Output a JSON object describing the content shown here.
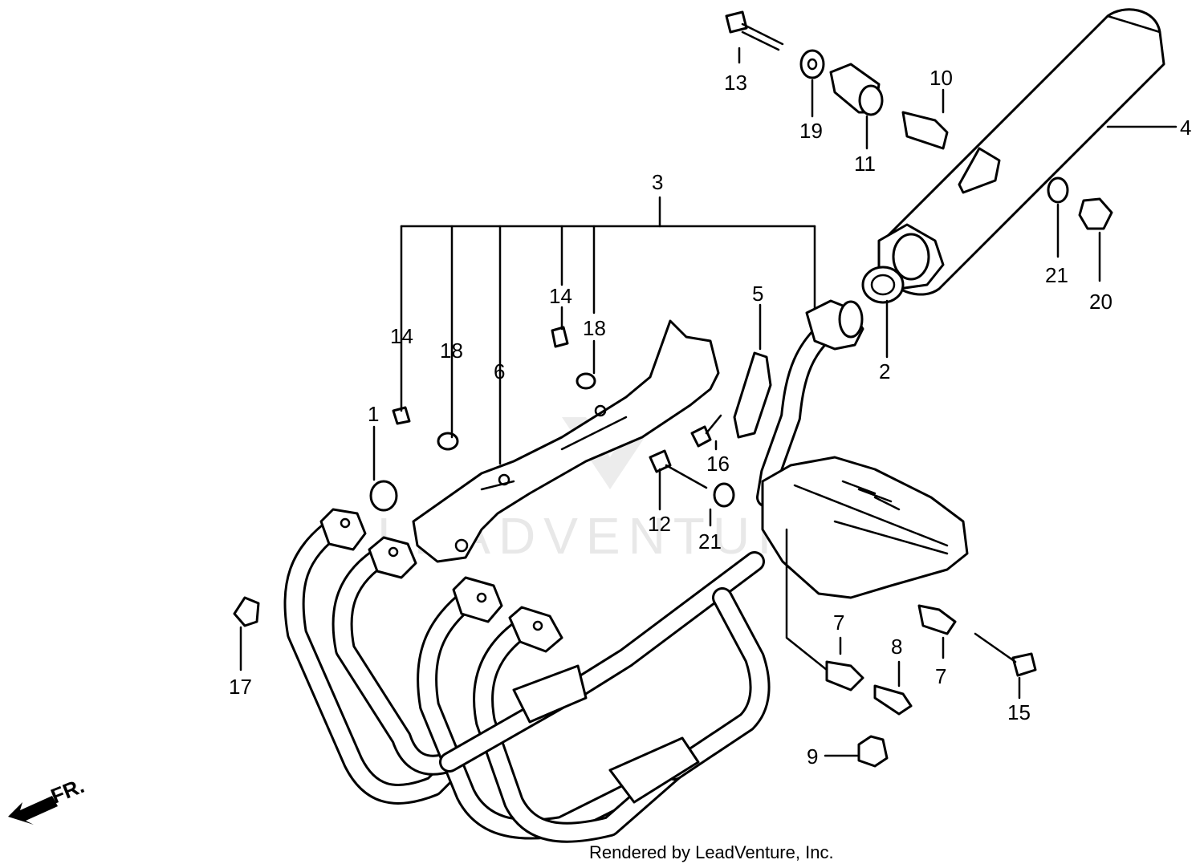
{
  "watermark": "LEADVENTURE",
  "footer": "Rendered by LeadVenture, Inc.",
  "direction_label": "FR.",
  "callouts": {
    "p1": "1",
    "p2": "2",
    "p3": "3",
    "p4": "4",
    "p5": "5",
    "p6": "6",
    "p7a": "7",
    "p7b": "7",
    "p8": "8",
    "p9": "9",
    "p10": "10",
    "p11": "11",
    "p12": "12",
    "p13": "13",
    "p14a": "14",
    "p14b": "14",
    "p15": "15",
    "p16": "16",
    "p17": "17",
    "p18a": "18",
    "p18b": "18",
    "p19": "19",
    "p20": "20",
    "p21a": "21",
    "p21b": "21"
  }
}
